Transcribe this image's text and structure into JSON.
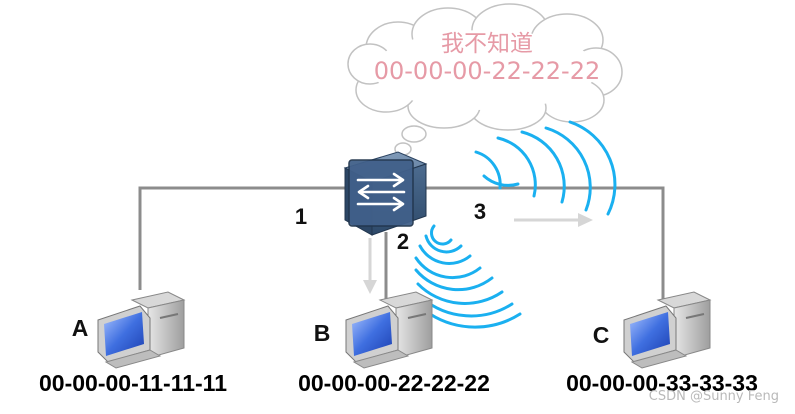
{
  "thought_cloud": {
    "line1": "我不知道",
    "line2": "00-00-00-22-22-22"
  },
  "ports": {
    "p1": "1",
    "p2": "2",
    "p3": "3"
  },
  "hosts": {
    "a": {
      "label": "A",
      "mac": "00-00-00-11-11-11"
    },
    "b": {
      "label": "B",
      "mac": "00-00-00-22-22-22"
    },
    "c": {
      "label": "C",
      "mac": "00-00-00-33-33-33"
    }
  },
  "watermark": "CSDN @Sunny Feng",
  "colors": {
    "link": "#8c8c8c",
    "signal": "#1ab0f0",
    "arrow": "#d6d6d6",
    "cloud_text": "#e69aa6",
    "switch_body": "#3b5878"
  }
}
